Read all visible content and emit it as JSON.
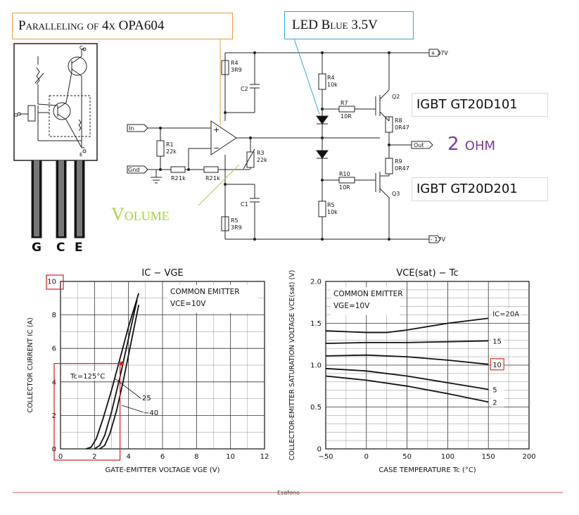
{
  "colors": {
    "callout_border_orange": "#e59d3f",
    "callout_border_blue": "#2fa7d7",
    "volume_green": "#a3d53f",
    "ohm_purple": "#7a3a9a",
    "marker_red": "#d62020",
    "wire": "#222222"
  },
  "callouts": {
    "paralleling": "Paralleling of 4x OPA604",
    "led": "LED Blue 3.5V",
    "volume": "Volume",
    "q2_type": "IGBT GT20D101",
    "q3_type": "IGBT GT20D201",
    "load": "2 ohm"
  },
  "package": {
    "pin_c": "C",
    "pin_e": "E",
    "pin_g": "G",
    "legs": [
      "G",
      "C",
      "E"
    ]
  },
  "schematic": {
    "port_in": "In",
    "port_gnd": "Gnd",
    "port_out": "Out",
    "rail_pos": "+ 17V",
    "rail_neg": "- 17V",
    "opamp_plus": "+",
    "opamp_minus": "−",
    "components": {
      "r1": {
        "ref": "R1",
        "value": "22k"
      },
      "r2a": {
        "ref": "R2",
        "value": "1k"
      },
      "r2b": {
        "ref": "R2",
        "value": "1k"
      },
      "r3": {
        "ref": "R3",
        "value": "22k"
      },
      "r4a": {
        "ref": "R4",
        "value": "3R9"
      },
      "r4b": {
        "ref": "R4",
        "value": "10k"
      },
      "r5a": {
        "ref": "R5",
        "value": "3R9"
      },
      "r5b": {
        "ref": "R5",
        "value": "10k"
      },
      "r7": {
        "ref": "R7",
        "value": "10R"
      },
      "r8": {
        "ref": "R8",
        "value": "0R47"
      },
      "r9": {
        "ref": "R9",
        "value": "0R47"
      },
      "r10": {
        "ref": "R10",
        "value": "10R"
      },
      "c1": {
        "ref": "C1"
      },
      "c2": {
        "ref": "C2"
      },
      "q2": {
        "ref": "Q2"
      },
      "q3": {
        "ref": "Q3"
      }
    }
  },
  "chart_data": [
    {
      "type": "line",
      "title": "IC − VGE",
      "xlabel": "GATE-EMITTER VOLTAGE VGE (V)",
      "ylabel": "COLLECTOR CURRENT IC (A)",
      "annotation_lines": [
        "COMMON EMITTER",
        "VCE=10V"
      ],
      "xlim": [
        0,
        12
      ],
      "ylim": [
        0,
        10
      ],
      "xticks": [
        "0",
        "2",
        "4",
        "6",
        "8",
        "10",
        "12"
      ],
      "yticks": [
        "0",
        "2",
        "4",
        "6",
        "8",
        "10"
      ],
      "grid": true,
      "series_labels": {
        "tc125": "Tc=125°C",
        "s25": "25",
        "s40": "−40"
      },
      "series": [
        {
          "name": "Tc=125°C",
          "x": [
            1.5,
            1.8,
            2.1,
            2.5,
            3.0,
            3.5,
            4.0,
            4.6
          ],
          "y": [
            0,
            0.1,
            0.6,
            1.8,
            3.5,
            5.4,
            7.3,
            9.3
          ]
        },
        {
          "name": "25",
          "x": [
            2.0,
            2.3,
            2.6,
            3.0,
            3.5,
            4.0,
            4.5
          ],
          "y": [
            0,
            0.2,
            0.8,
            2.2,
            4.3,
            6.6,
            8.9
          ]
        },
        {
          "name": "−40",
          "x": [
            2.3,
            2.6,
            2.9,
            3.3,
            3.7,
            4.2,
            4.6
          ],
          "y": [
            0,
            0.2,
            0.9,
            2.3,
            4.1,
            6.6,
            8.6
          ]
        }
      ]
    },
    {
      "type": "line",
      "title": "VCE(sat) − Tc",
      "xlabel": "CASE TEMPERATURE Tc (°C)",
      "ylabel": "COLLECTOR-EMITTER SATURATION VOLTAGE VCE(sat) (V)",
      "annotation_lines": [
        "COMMON EMITTER",
        "VGE=10V"
      ],
      "xlim": [
        -50,
        200
      ],
      "ylim": [
        0,
        2.0
      ],
      "xticks": [
        "−50",
        "0",
        "50",
        "100",
        "150",
        "200"
      ],
      "yticks": [
        "0",
        "0.5",
        "1.0",
        "1.5",
        "2.0"
      ],
      "grid": true,
      "series": [
        {
          "name": "IC=20A",
          "x": [
            -50,
            0,
            25,
            50,
            100,
            150
          ],
          "y": [
            1.41,
            1.39,
            1.39,
            1.42,
            1.5,
            1.56
          ]
        },
        {
          "name": "15",
          "x": [
            -50,
            0,
            50,
            100,
            150
          ],
          "y": [
            1.26,
            1.27,
            1.27,
            1.28,
            1.29
          ]
        },
        {
          "name": "10",
          "x": [
            -50,
            0,
            50,
            100,
            150
          ],
          "y": [
            1.11,
            1.12,
            1.1,
            1.06,
            1.01
          ]
        },
        {
          "name": "5",
          "x": [
            -50,
            0,
            50,
            100,
            150
          ],
          "y": [
            0.96,
            0.93,
            0.87,
            0.79,
            0.71
          ]
        },
        {
          "name": "2",
          "x": [
            -50,
            0,
            50,
            100,
            150
          ],
          "y": [
            0.87,
            0.82,
            0.75,
            0.66,
            0.56
          ]
        }
      ]
    }
  ],
  "footer": {
    "credit": "Esafono"
  }
}
